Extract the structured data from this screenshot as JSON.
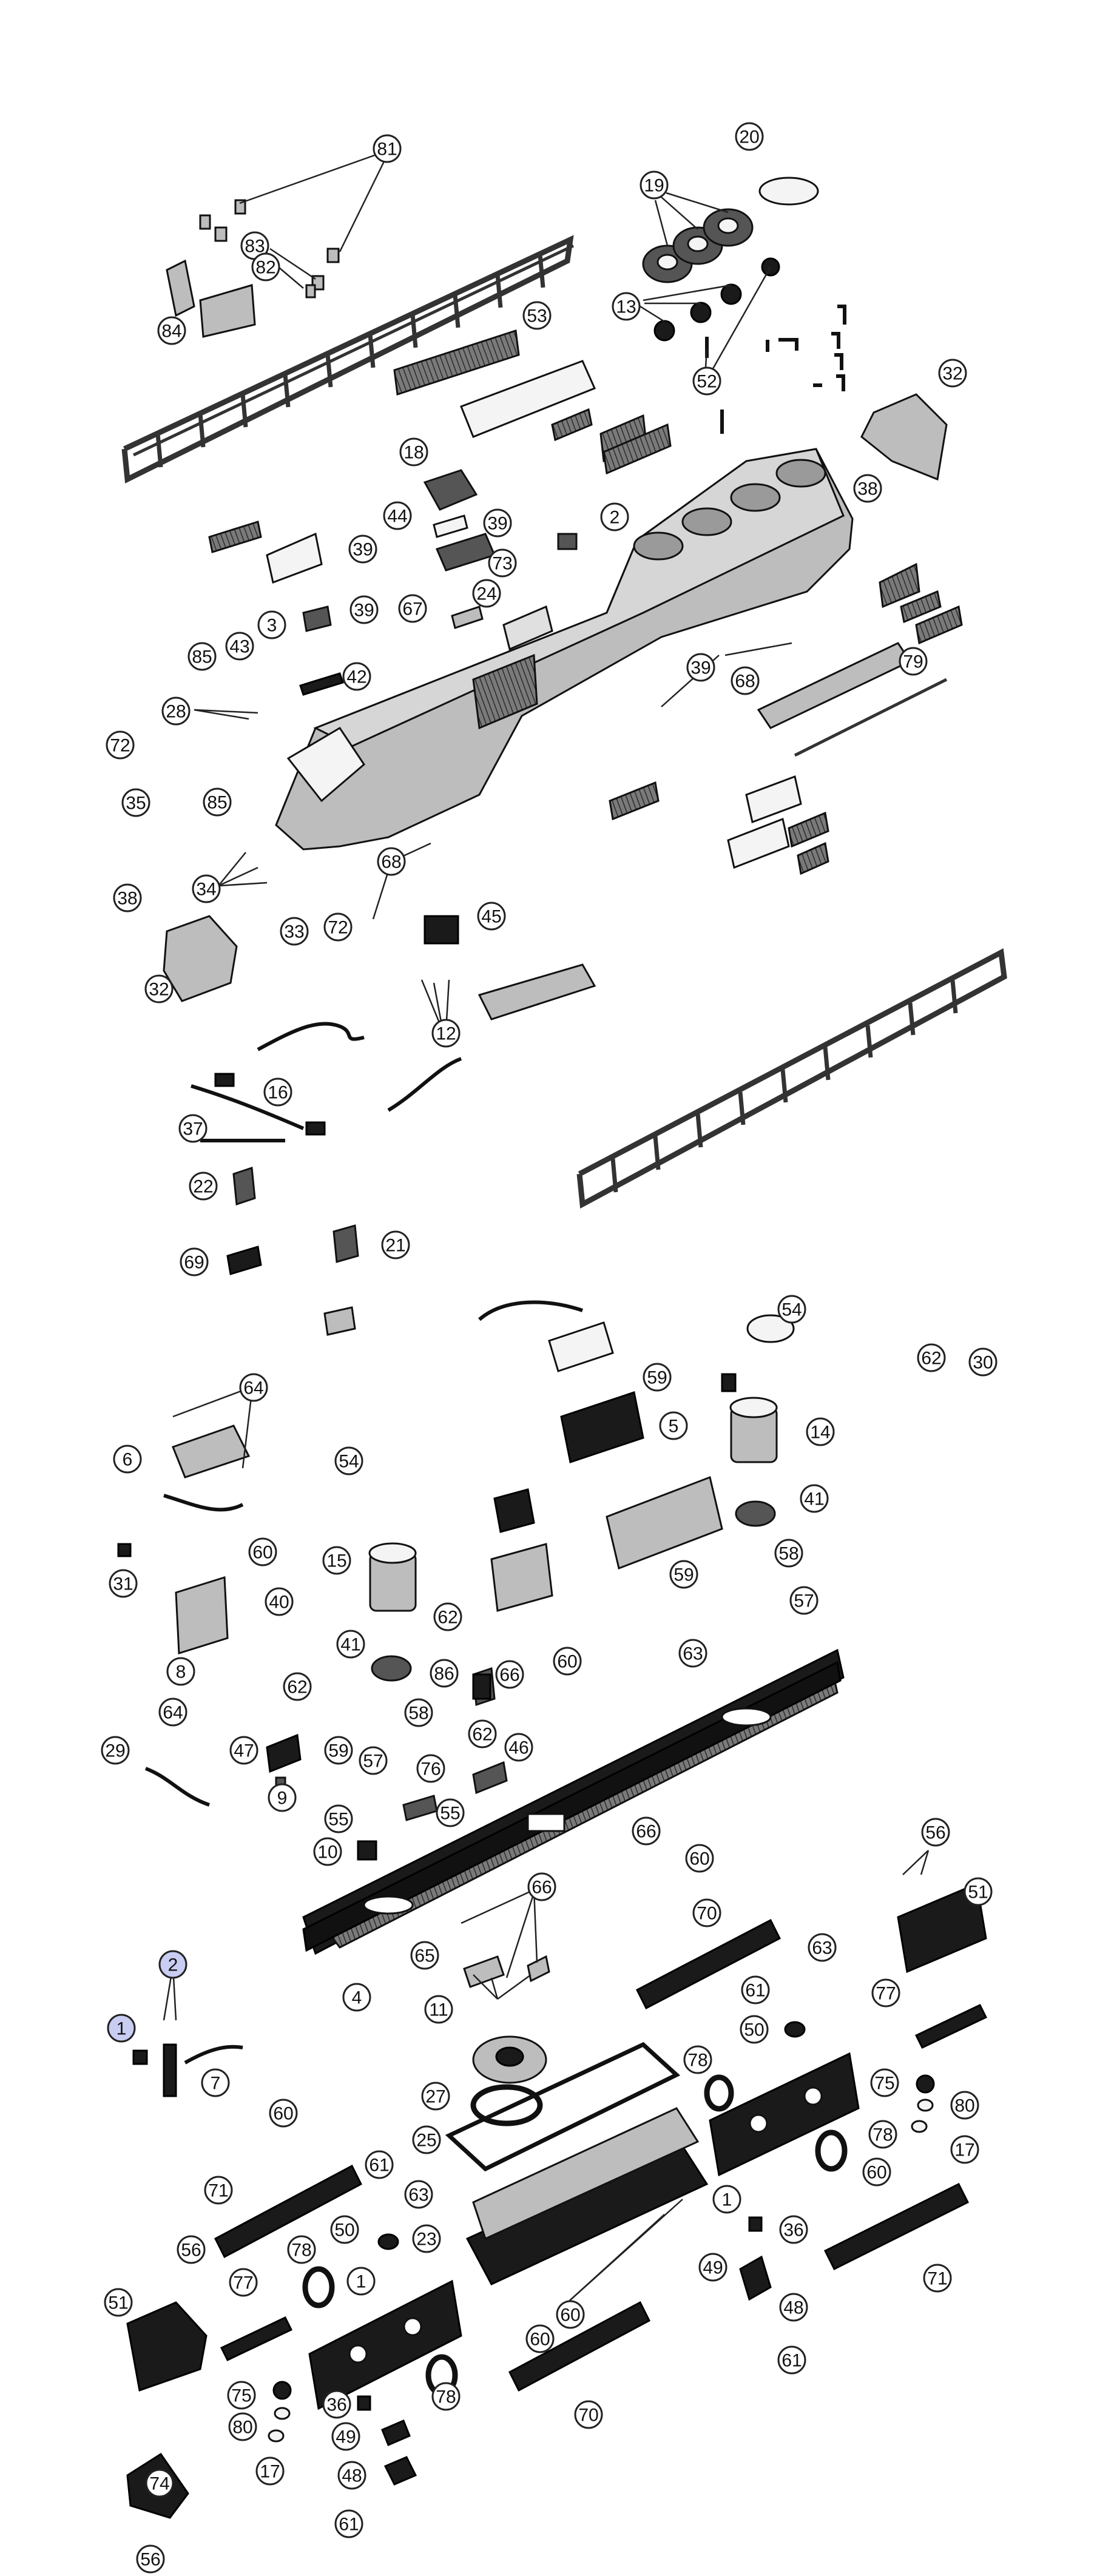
{
  "diagram": {
    "type": "exploded-parts-view",
    "callouts": [
      {
        "id": "c81",
        "label": "81"
      },
      {
        "id": "c83",
        "label": "83"
      },
      {
        "id": "c82",
        "label": "82"
      },
      {
        "id": "c84",
        "label": "84"
      },
      {
        "id": "c20",
        "label": "20"
      },
      {
        "id": "c19",
        "label": "19"
      },
      {
        "id": "c13",
        "label": "13"
      },
      {
        "id": "c52",
        "label": "52"
      },
      {
        "id": "c32a",
        "label": "32"
      },
      {
        "id": "c38a",
        "label": "38"
      },
      {
        "id": "c53",
        "label": "53"
      },
      {
        "id": "c18",
        "label": "18"
      },
      {
        "id": "c2",
        "label": "2"
      },
      {
        "id": "c44",
        "label": "44"
      },
      {
        "id": "c39a",
        "label": "39"
      },
      {
        "id": "c73",
        "label": "73"
      },
      {
        "id": "c39b",
        "label": "39"
      },
      {
        "id": "c67",
        "label": "67"
      },
      {
        "id": "c24",
        "label": "24"
      },
      {
        "id": "c39c",
        "label": "39"
      },
      {
        "id": "c3",
        "label": "3"
      },
      {
        "id": "c43",
        "label": "43"
      },
      {
        "id": "c42",
        "label": "42"
      },
      {
        "id": "c85a",
        "label": "85"
      },
      {
        "id": "c39d",
        "label": "39"
      },
      {
        "id": "c68a",
        "label": "68"
      },
      {
        "id": "c79",
        "label": "79"
      },
      {
        "id": "c28",
        "label": "28"
      },
      {
        "id": "c72a",
        "label": "72"
      },
      {
        "id": "c85b",
        "label": "85"
      },
      {
        "id": "c35",
        "label": "35"
      },
      {
        "id": "c34",
        "label": "34"
      },
      {
        "id": "c38b",
        "label": "38"
      },
      {
        "id": "c68b",
        "label": "68"
      },
      {
        "id": "c33",
        "label": "33"
      },
      {
        "id": "c72b",
        "label": "72"
      },
      {
        "id": "c45",
        "label": "45"
      },
      {
        "id": "c32b",
        "label": "32"
      },
      {
        "id": "c12",
        "label": "12"
      },
      {
        "id": "c16",
        "label": "16"
      },
      {
        "id": "c37",
        "label": "37"
      },
      {
        "id": "c22",
        "label": "22"
      },
      {
        "id": "c21",
        "label": "21"
      },
      {
        "id": "c69",
        "label": "69"
      },
      {
        "id": "c54a",
        "label": "54"
      },
      {
        "id": "c59a",
        "label": "59"
      },
      {
        "id": "c5",
        "label": "5"
      },
      {
        "id": "c62a",
        "label": "62"
      },
      {
        "id": "c30",
        "label": "30"
      },
      {
        "id": "c64a",
        "label": "64"
      },
      {
        "id": "c6",
        "label": "6"
      },
      {
        "id": "c14",
        "label": "14"
      },
      {
        "id": "c54b",
        "label": "54"
      },
      {
        "id": "c41a",
        "label": "41"
      },
      {
        "id": "c60a",
        "label": "60"
      },
      {
        "id": "c15",
        "label": "15"
      },
      {
        "id": "c58a",
        "label": "58"
      },
      {
        "id": "c31",
        "label": "31"
      },
      {
        "id": "c40",
        "label": "40"
      },
      {
        "id": "c59b",
        "label": "59"
      },
      {
        "id": "c57a",
        "label": "57"
      },
      {
        "id": "c62b",
        "label": "62"
      },
      {
        "id": "c63a",
        "label": "63"
      },
      {
        "id": "c41b",
        "label": "41"
      },
      {
        "id": "c60b",
        "label": "60"
      },
      {
        "id": "c8",
        "label": "8"
      },
      {
        "id": "c86",
        "label": "86"
      },
      {
        "id": "c66a",
        "label": "66"
      },
      {
        "id": "c62c",
        "label": "62"
      },
      {
        "id": "c64b",
        "label": "64"
      },
      {
        "id": "c58b",
        "label": "58"
      },
      {
        "id": "c62d",
        "label": "62"
      },
      {
        "id": "c29",
        "label": "29"
      },
      {
        "id": "c47",
        "label": "47"
      },
      {
        "id": "c59c",
        "label": "59"
      },
      {
        "id": "c57b",
        "label": "57"
      },
      {
        "id": "c46",
        "label": "46"
      },
      {
        "id": "c76",
        "label": "76"
      },
      {
        "id": "c9",
        "label": "9"
      },
      {
        "id": "c55a",
        "label": "55"
      },
      {
        "id": "c55b",
        "label": "55"
      },
      {
        "id": "c10",
        "label": "10"
      },
      {
        "id": "c66b",
        "label": "66"
      },
      {
        "id": "c56a",
        "label": "56"
      },
      {
        "id": "c60c",
        "label": "60"
      },
      {
        "id": "c66c",
        "label": "66"
      },
      {
        "id": "c51a",
        "label": "51"
      },
      {
        "id": "c70a",
        "label": "70"
      },
      {
        "id": "c65",
        "label": "65"
      },
      {
        "id": "c2b",
        "label": "2",
        "highlight": true
      },
      {
        "id": "c4",
        "label": "4"
      },
      {
        "id": "c11",
        "label": "11"
      },
      {
        "id": "c63b",
        "label": "63"
      },
      {
        "id": "c61a",
        "label": "61"
      },
      {
        "id": "c77a",
        "label": "77"
      },
      {
        "id": "c1a",
        "label": "1",
        "highlight": true
      },
      {
        "id": "c50a",
        "label": "50"
      },
      {
        "id": "c7",
        "label": "7"
      },
      {
        "id": "c78a",
        "label": "78"
      },
      {
        "id": "c27",
        "label": "27"
      },
      {
        "id": "c75a",
        "label": "75"
      },
      {
        "id": "c80a",
        "label": "80"
      },
      {
        "id": "c60d",
        "label": "60"
      },
      {
        "id": "c25",
        "label": "25"
      },
      {
        "id": "c78b",
        "label": "78"
      },
      {
        "id": "c17a",
        "label": "17"
      },
      {
        "id": "c61b",
        "label": "61"
      },
      {
        "id": "c63c",
        "label": "63"
      },
      {
        "id": "c1b",
        "label": "1"
      },
      {
        "id": "c60e",
        "label": "60"
      },
      {
        "id": "c71a",
        "label": "71"
      },
      {
        "id": "c50b",
        "label": "50"
      },
      {
        "id": "c36a",
        "label": "36"
      },
      {
        "id": "c56b",
        "label": "56"
      },
      {
        "id": "c23",
        "label": "23"
      },
      {
        "id": "c78c",
        "label": "78"
      },
      {
        "id": "c1c",
        "label": "1"
      },
      {
        "id": "c49a",
        "label": "49"
      },
      {
        "id": "c71b",
        "label": "71"
      },
      {
        "id": "c77b",
        "label": "77"
      },
      {
        "id": "c48a",
        "label": "48"
      },
      {
        "id": "c51b",
        "label": "51"
      },
      {
        "id": "c60f",
        "label": "60"
      },
      {
        "id": "c60g",
        "label": "60"
      },
      {
        "id": "c61c",
        "label": "61"
      },
      {
        "id": "c75b",
        "label": "75"
      },
      {
        "id": "c78d",
        "label": "78"
      },
      {
        "id": "c36b",
        "label": "36"
      },
      {
        "id": "c70b",
        "label": "70"
      },
      {
        "id": "c80b",
        "label": "80"
      },
      {
        "id": "c49b",
        "label": "49"
      },
      {
        "id": "c17b",
        "label": "17"
      },
      {
        "id": "c74",
        "label": "74"
      },
      {
        "id": "c48b",
        "label": "48"
      },
      {
        "id": "c61d",
        "label": "61"
      },
      {
        "id": "c56c",
        "label": "56"
      }
    ]
  },
  "colors": {
    "line": "#222222",
    "highlight_fill": "#c9cdf2",
    "part_dark": "#1a1a1a",
    "part_mid": "#555555",
    "part_light": "#bdbdbd"
  }
}
